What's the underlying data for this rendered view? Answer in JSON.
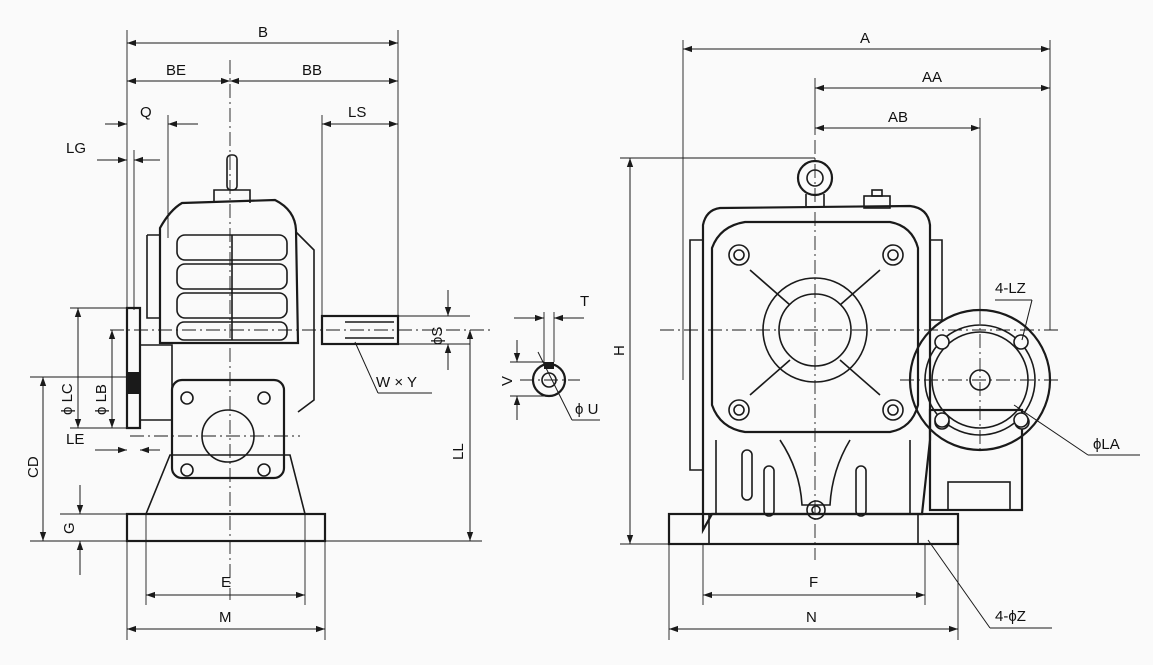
{
  "labels": {
    "B": "B",
    "BE": "BE",
    "BB": "BB",
    "Q": "Q",
    "LS": "LS",
    "LG": "LG",
    "LC": "ϕ LC",
    "LB": "ϕ LB",
    "LE": "LE",
    "CD": "CD",
    "G": "G",
    "E": "E",
    "M": "M",
    "S": "ϕS",
    "WY": "W × Y",
    "LL": "LL",
    "T": "T",
    "V": "V",
    "U": "ϕ U",
    "A": "A",
    "AA": "AA",
    "AB": "AB",
    "H": "H",
    "LZ": "4-LZ",
    "LA": "ϕLA",
    "F": "F",
    "N": "N",
    "Z": "4-ϕZ"
  }
}
